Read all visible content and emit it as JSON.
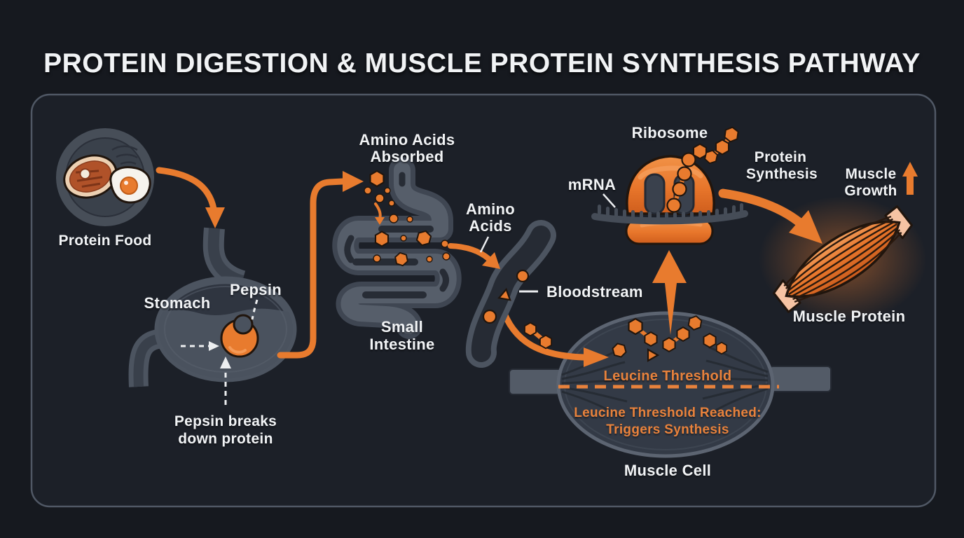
{
  "title": "PROTEIN DIGESTION & MUSCLE PROTEIN SYNTHESIS PATHWAY",
  "stage_food": {
    "label": "Protein Food"
  },
  "stage_stomach": {
    "label": "Stomach",
    "enzyme": "Pepsin",
    "note": [
      "Pepsin breaks",
      "down protein"
    ]
  },
  "stage_intestine": {
    "absorbed": [
      "Amino Acids",
      "Absorbed"
    ],
    "label": [
      "Small",
      "Intestine"
    ]
  },
  "stage_blood": {
    "amino": [
      "Amino",
      "Acids"
    ],
    "label": "Bloodstream"
  },
  "stage_cell": {
    "threshold": "Leucine Threshold",
    "reached": [
      "Leucine Threshold Reached:",
      "Triggers Synthesis"
    ],
    "label": "Muscle Cell"
  },
  "stage_ribosome": {
    "mrna": "mRNA",
    "label": "Ribosome",
    "synthesis": [
      "Protein",
      "Synthesis"
    ]
  },
  "stage_growth": {
    "growth": [
      "Muscle",
      "Growth"
    ],
    "protein_label": "Muscle Protein"
  },
  "icons": {
    "protein_food": "plate-with-steak-and-egg",
    "stomach": "stomach-organ",
    "pepsin": "pepsin-enzyme-crescent",
    "small_intestine": "intestine-coil",
    "amino_acid": "orange-hexagon-dot",
    "bloodstream": "blood-vessel-tube",
    "muscle_cell": "muscle-cell-ellipse",
    "ribosome": "ribosome-subunits",
    "mrna": "mrna-comb-strand",
    "muscle_protein": "muscle-fiber-spindle",
    "flow_arrow": "orange-curved-arrow",
    "growth_arrow": "orange-up-arrow"
  },
  "colors": {
    "background": "#16191f",
    "panel": "#1c2028",
    "panel_border": "#505865",
    "text": "#f1f3f5",
    "orange": "#e87b2e",
    "orange_bright": "#f49a57",
    "orange_text": "#e8823c",
    "ink": "#20150d",
    "organ": "#4c5460",
    "organ_mid": "#565e6a",
    "organ_dark": "#2f3540",
    "slot": "#272c35",
    "cell_fill": "#333a46",
    "cell_stroke": "#5c6471",
    "tendon": "#535b67",
    "liquid": "#4a525e",
    "fiber_end": "#f6c3a3"
  }
}
